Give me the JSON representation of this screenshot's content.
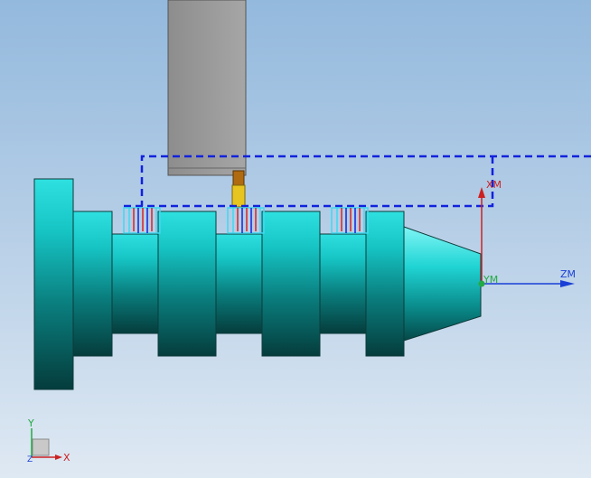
{
  "viewport": {
    "name": "cam-lathe-grooving-view"
  },
  "axes": {
    "xm_label": "XM",
    "ym_label": "YM",
    "zm_label": "ZM",
    "xm_color": "#cc2222",
    "ym_color": "#22aa44",
    "zm_color": "#1a3fd6"
  },
  "triad": {
    "y_label": "Y",
    "x_label": "X",
    "z_label": "Z"
  },
  "colors": {
    "part": "#16b7b7",
    "toolpath": "#1122dd",
    "tool_holder": "#9a9a9a",
    "tool_insert": "#e8c421"
  }
}
